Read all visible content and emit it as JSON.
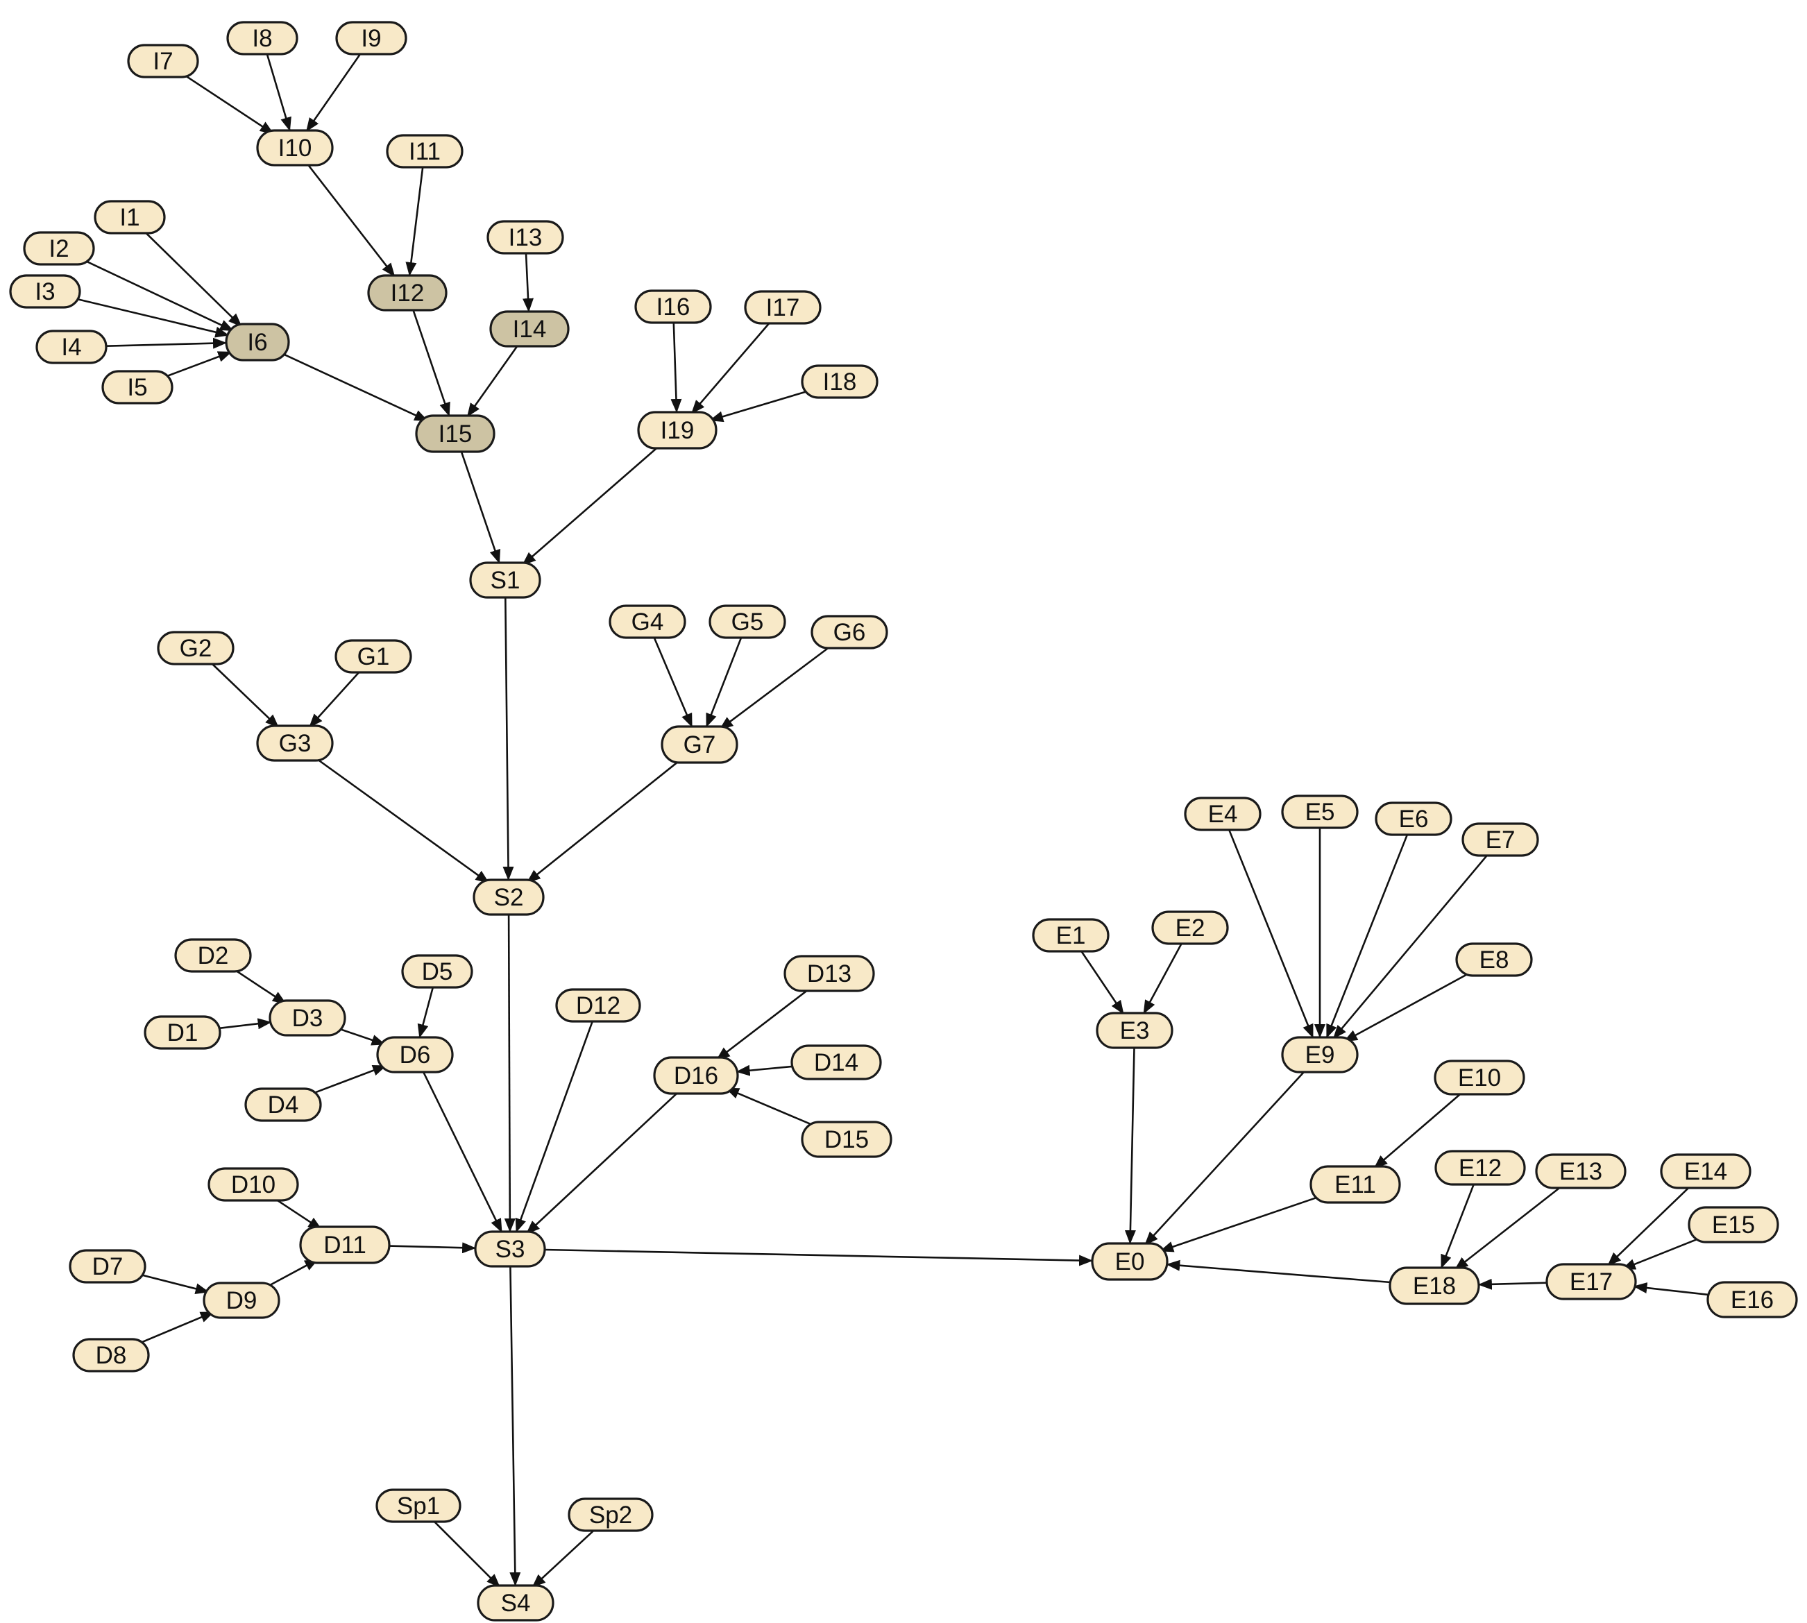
{
  "colors": {
    "node_fill": "#f8e9c8",
    "node_fill_highlight": "#cdc3a3",
    "stroke": "#1a1a1a",
    "edge": "#111111",
    "background": "#ffffff"
  },
  "nodes": [
    {
      "id": "I1",
      "label": "I1"
    },
    {
      "id": "I2",
      "label": "I2"
    },
    {
      "id": "I3",
      "label": "I3"
    },
    {
      "id": "I4",
      "label": "I4"
    },
    {
      "id": "I5",
      "label": "I5"
    },
    {
      "id": "I6",
      "label": "I6",
      "highlight": true
    },
    {
      "id": "I7",
      "label": "I7"
    },
    {
      "id": "I8",
      "label": "I8"
    },
    {
      "id": "I9",
      "label": "I9"
    },
    {
      "id": "I10",
      "label": "I10"
    },
    {
      "id": "I11",
      "label": "I11"
    },
    {
      "id": "I12",
      "label": "I12",
      "highlight": true
    },
    {
      "id": "I13",
      "label": "I13"
    },
    {
      "id": "I14",
      "label": "I14",
      "highlight": true
    },
    {
      "id": "I15",
      "label": "I15",
      "highlight": true
    },
    {
      "id": "I16",
      "label": "I16"
    },
    {
      "id": "I17",
      "label": "I17"
    },
    {
      "id": "I18",
      "label": "I18"
    },
    {
      "id": "I19",
      "label": "I19"
    },
    {
      "id": "S1",
      "label": "S1"
    },
    {
      "id": "G1",
      "label": "G1"
    },
    {
      "id": "G2",
      "label": "G2"
    },
    {
      "id": "G3",
      "label": "G3"
    },
    {
      "id": "G4",
      "label": "G4"
    },
    {
      "id": "G5",
      "label": "G5"
    },
    {
      "id": "G6",
      "label": "G6"
    },
    {
      "id": "G7",
      "label": "G7"
    },
    {
      "id": "S2",
      "label": "S2"
    },
    {
      "id": "D1",
      "label": "D1"
    },
    {
      "id": "D2",
      "label": "D2"
    },
    {
      "id": "D3",
      "label": "D3"
    },
    {
      "id": "D4",
      "label": "D4"
    },
    {
      "id": "D5",
      "label": "D5"
    },
    {
      "id": "D6",
      "label": "D6"
    },
    {
      "id": "D7",
      "label": "D7"
    },
    {
      "id": "D8",
      "label": "D8"
    },
    {
      "id": "D9",
      "label": "D9"
    },
    {
      "id": "D10",
      "label": "D10"
    },
    {
      "id": "D11",
      "label": "D11"
    },
    {
      "id": "D12",
      "label": "D12"
    },
    {
      "id": "D13",
      "label": "D13"
    },
    {
      "id": "D14",
      "label": "D14"
    },
    {
      "id": "D15",
      "label": "D15"
    },
    {
      "id": "D16",
      "label": "D16"
    },
    {
      "id": "S3",
      "label": "S3"
    },
    {
      "id": "Sp1",
      "label": "Sp1"
    },
    {
      "id": "Sp2",
      "label": "Sp2"
    },
    {
      "id": "S4",
      "label": "S4"
    },
    {
      "id": "E0",
      "label": "E0"
    },
    {
      "id": "E1",
      "label": "E1"
    },
    {
      "id": "E2",
      "label": "E2"
    },
    {
      "id": "E3",
      "label": "E3"
    },
    {
      "id": "E4",
      "label": "E4"
    },
    {
      "id": "E5",
      "label": "E5"
    },
    {
      "id": "E6",
      "label": "E6"
    },
    {
      "id": "E7",
      "label": "E7"
    },
    {
      "id": "E8",
      "label": "E8"
    },
    {
      "id": "E9",
      "label": "E9"
    },
    {
      "id": "E10",
      "label": "E10"
    },
    {
      "id": "E11",
      "label": "E11"
    },
    {
      "id": "E12",
      "label": "E12"
    },
    {
      "id": "E13",
      "label": "E13"
    },
    {
      "id": "E14",
      "label": "E14"
    },
    {
      "id": "E15",
      "label": "E15"
    },
    {
      "id": "E16",
      "label": "E16"
    },
    {
      "id": "E17",
      "label": "E17"
    },
    {
      "id": "E18",
      "label": "E18"
    }
  ],
  "edges": [
    [
      "I7",
      "I10"
    ],
    [
      "I8",
      "I10"
    ],
    [
      "I9",
      "I10"
    ],
    [
      "I10",
      "I12"
    ],
    [
      "I11",
      "I12"
    ],
    [
      "I1",
      "I6"
    ],
    [
      "I2",
      "I6"
    ],
    [
      "I3",
      "I6"
    ],
    [
      "I4",
      "I6"
    ],
    [
      "I5",
      "I6"
    ],
    [
      "I13",
      "I14"
    ],
    [
      "I6",
      "I15"
    ],
    [
      "I12",
      "I15"
    ],
    [
      "I14",
      "I15"
    ],
    [
      "I16",
      "I19"
    ],
    [
      "I17",
      "I19"
    ],
    [
      "I18",
      "I19"
    ],
    [
      "I15",
      "S1"
    ],
    [
      "I19",
      "S1"
    ],
    [
      "G2",
      "G3"
    ],
    [
      "G1",
      "G3"
    ],
    [
      "G4",
      "G7"
    ],
    [
      "G5",
      "G7"
    ],
    [
      "G6",
      "G7"
    ],
    [
      "S1",
      "S2"
    ],
    [
      "G3",
      "S2"
    ],
    [
      "G7",
      "S2"
    ],
    [
      "D2",
      "D3"
    ],
    [
      "D1",
      "D3"
    ],
    [
      "D3",
      "D6"
    ],
    [
      "D5",
      "D6"
    ],
    [
      "D4",
      "D6"
    ],
    [
      "D13",
      "D16"
    ],
    [
      "D14",
      "D16"
    ],
    [
      "D15",
      "D16"
    ],
    [
      "D7",
      "D9"
    ],
    [
      "D8",
      "D9"
    ],
    [
      "D9",
      "D11"
    ],
    [
      "D10",
      "D11"
    ],
    [
      "S2",
      "S3"
    ],
    [
      "D6",
      "S3"
    ],
    [
      "D12",
      "S3"
    ],
    [
      "D16",
      "S3"
    ],
    [
      "D11",
      "S3"
    ],
    [
      "Sp1",
      "S4"
    ],
    [
      "Sp2",
      "S4"
    ],
    [
      "S3",
      "S4"
    ],
    [
      "S3",
      "E0"
    ],
    [
      "E1",
      "E3"
    ],
    [
      "E2",
      "E3"
    ],
    [
      "E4",
      "E9"
    ],
    [
      "E5",
      "E9"
    ],
    [
      "E6",
      "E9"
    ],
    [
      "E7",
      "E9"
    ],
    [
      "E8",
      "E9"
    ],
    [
      "E10",
      "E11"
    ],
    [
      "E12",
      "E18"
    ],
    [
      "E13",
      "E18"
    ],
    [
      "E14",
      "E17"
    ],
    [
      "E15",
      "E17"
    ],
    [
      "E16",
      "E17"
    ],
    [
      "E17",
      "E18"
    ],
    [
      "E3",
      "E0"
    ],
    [
      "E9",
      "E0"
    ],
    [
      "E11",
      "E0"
    ],
    [
      "E18",
      "E0"
    ]
  ]
}
